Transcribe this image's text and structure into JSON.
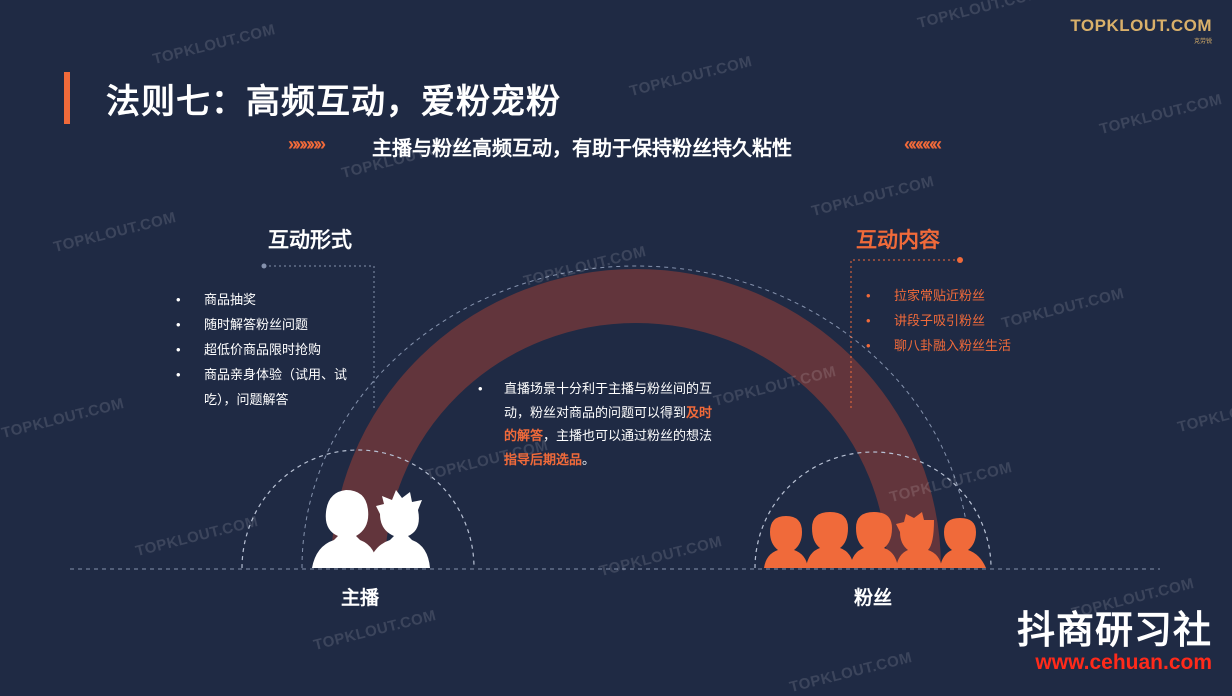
{
  "title": "法则七：高频互动，爱粉宠粉",
  "subtitle": "主播与粉丝高频互动，有助于保持粉丝持久粘性",
  "chevrons_left": "»»»»»",
  "chevrons_right": "«««««",
  "left_section": {
    "heading": "互动形式",
    "items": [
      "商品抽奖",
      "随时解答粉丝问题",
      "超低价商品限时抢购",
      "商品亲身体验（试用、试吃），问题解答"
    ]
  },
  "right_section": {
    "heading": "互动内容",
    "items": [
      "拉家常贴近粉丝",
      "讲段子吸引粉丝",
      "聊八卦融入粉丝生活"
    ]
  },
  "center": {
    "part1": "直播场景十分利于主播与粉丝间的互动，粉丝对商品的问题可以得到",
    "hl1": "及时的解答",
    "part2": "，主播也可以通过粉丝的想法",
    "hl2": "指导后期选品",
    "part3": "。"
  },
  "labels": {
    "host": "主播",
    "fans": "粉丝"
  },
  "brand": {
    "name": "TOPKLOUT.COM",
    "tag": "克劳锐"
  },
  "watermark": {
    "text": "TOPKLOUT.COM"
  },
  "corner": {
    "name": "抖商研习社",
    "url": "www.cehuan.com"
  },
  "colors": {
    "background": "#1f2a44",
    "accent": "#f06a3a",
    "arc": "#7a3a3a"
  }
}
